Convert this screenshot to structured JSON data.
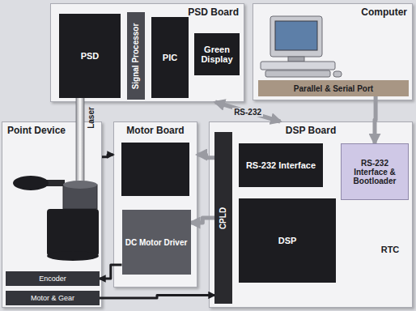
{
  "diagram": {
    "nodes": [
      {
        "text": [
          "PSD Board"
        ]
      },
      {
        "text": [
          "PSD"
        ],
        "in": 0
      },
      {
        "text": [
          "Signal Processor"
        ],
        "in": 0
      },
      {
        "text": [
          "PIC"
        ],
        "in": 0
      },
      {
        "text": [
          "Green Display"
        ],
        "in": 0
      },
      {
        "text": [
          "Computer"
        ]
      },
      {
        "text": [
          "Parallel & Serial Port"
        ],
        "in": 5
      },
      {
        "text": [
          "Point Device"
        ]
      },
      {
        "text": [
          "Encoder"
        ],
        "in": 7
      },
      {
        "text": [
          "Motor & Gear"
        ],
        "in": 7
      },
      {
        "text": [
          "Motor Board"
        ]
      },
      {
        "text": [
          "DC Motor Driver"
        ],
        "in": 10
      },
      {
        "text": [
          "DSP Board"
        ]
      },
      {
        "text": [
          "CPLD"
        ],
        "in": 12
      },
      {
        "text": [
          "RS-232 Interface"
        ],
        "in": 12
      },
      {
        "text": [
          "DSP"
        ],
        "in": 12
      },
      {
        "text": [
          "RS-232 Interface & Bootloader"
        ],
        "in": 12
      }
    ],
    "edges": [
      {
        "from": 0,
        "to": 12,
        "arrow": "both",
        "label": "RS-232"
      },
      {
        "from": 6,
        "to": 16,
        "arrow": "to"
      },
      {
        "from": 7,
        "to": 10,
        "arrow": "to"
      },
      {
        "from": 13,
        "to": 10,
        "arrow": "to"
      },
      {
        "from": 13,
        "to": 11,
        "arrow": "to"
      },
      {
        "from": 11,
        "to": 8,
        "arrow": "to"
      },
      {
        "from": 9,
        "to": 13,
        "arrow": "to"
      }
    ],
    "labels": [
      "Laser",
      "RTC"
    ]
  }
}
